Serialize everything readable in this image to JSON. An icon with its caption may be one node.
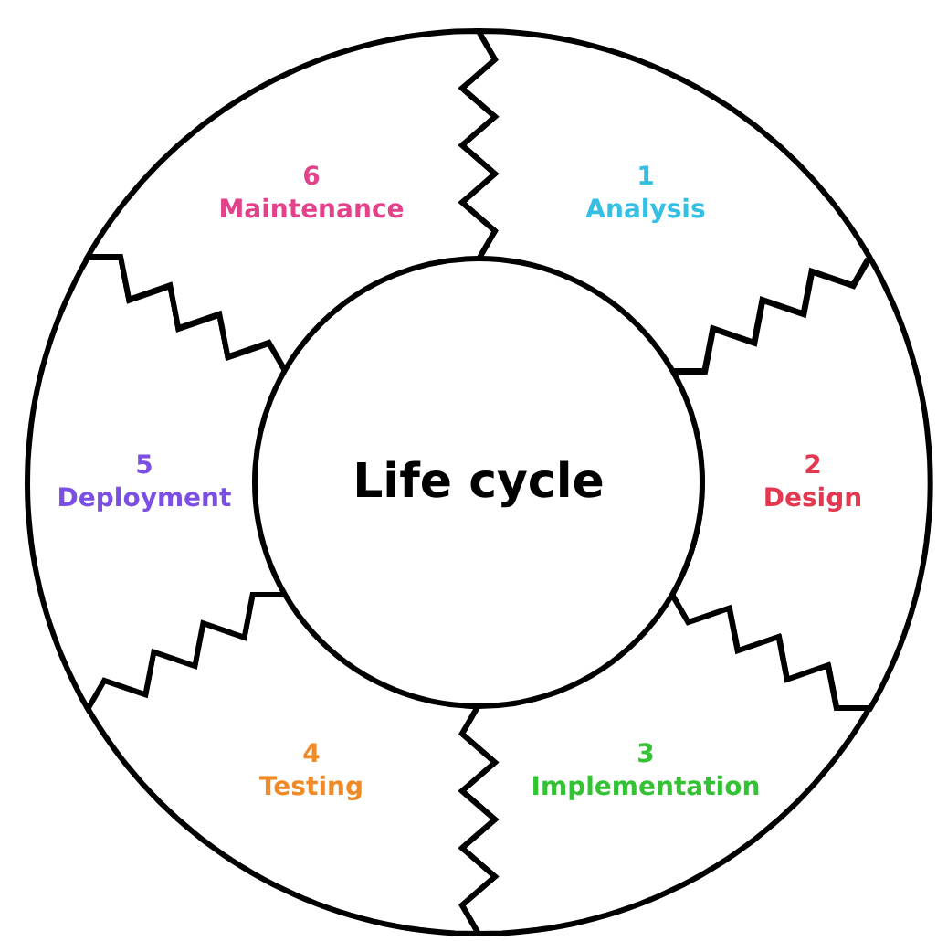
{
  "diagram": {
    "nodes": [
      {
        "text": [
          "Life cycle"
        ]
      },
      {
        "text": [
          "1",
          "Analysis"
        ]
      },
      {
        "text": [
          "2",
          "Design"
        ]
      },
      {
        "text": [
          "3",
          "Implementation"
        ]
      },
      {
        "text": [
          "4",
          "Testing"
        ]
      },
      {
        "text": [
          "5",
          "Deployment"
        ]
      },
      {
        "text": [
          "6",
          "Maintenance"
        ]
      }
    ]
  }
}
